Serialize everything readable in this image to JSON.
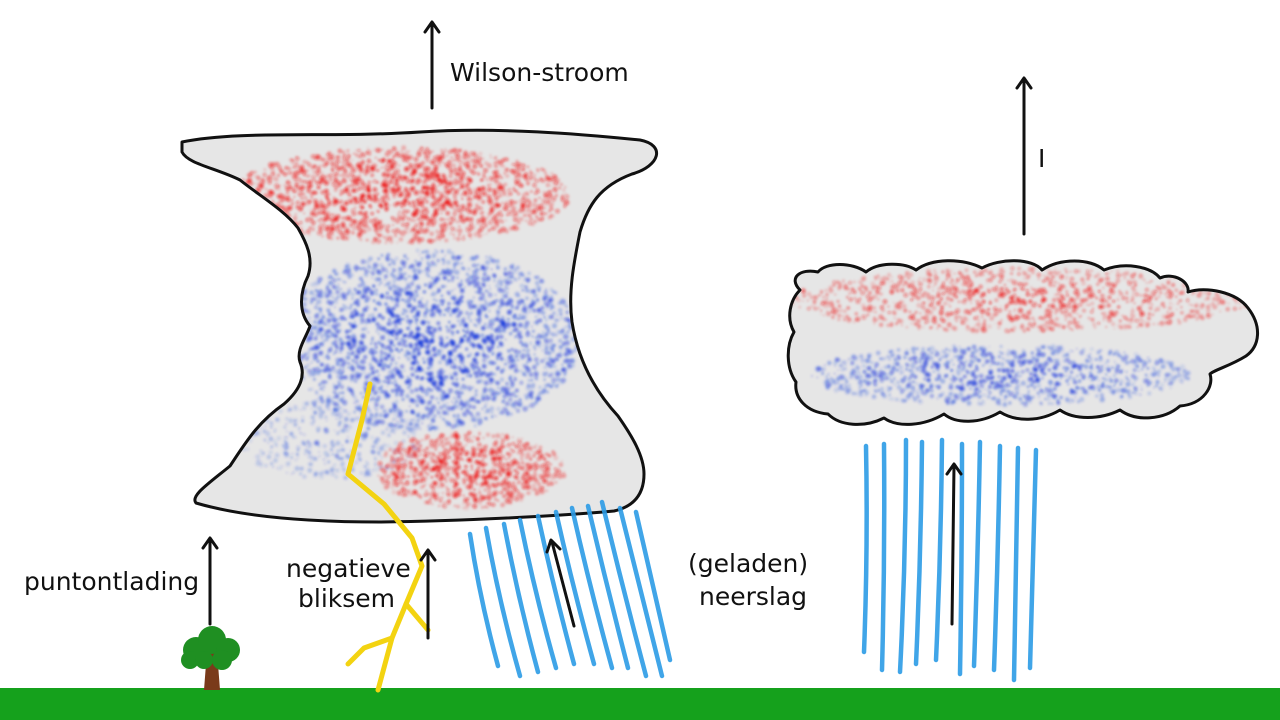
{
  "labels": {
    "wilson": "Wilson-stroom",
    "current": "I",
    "point_discharge": "puntontlading",
    "lightning_line1": "negatieve",
    "lightning_line2": "bliksem",
    "precip_line1": "(geladen)",
    "precip_line2": "neerslag"
  },
  "colors": {
    "ground": "#15a11c",
    "cloud_fill": "#e6e6e6",
    "cloud_outline": "#111111",
    "positive_charge": "#ee1111",
    "negative_charge": "#1133dd",
    "lightning": "#f3d311",
    "rain": "#2b9be6",
    "tree_foliage": "#1f8f22",
    "tree_trunk": "#7a3a1a",
    "arrow": "#111111"
  },
  "icons": {
    "tree": "tree-icon",
    "lightning": "lightning-bolt-icon",
    "thundercloud": "thundercloud-icon",
    "shower_cloud": "shower-cloud-icon"
  }
}
